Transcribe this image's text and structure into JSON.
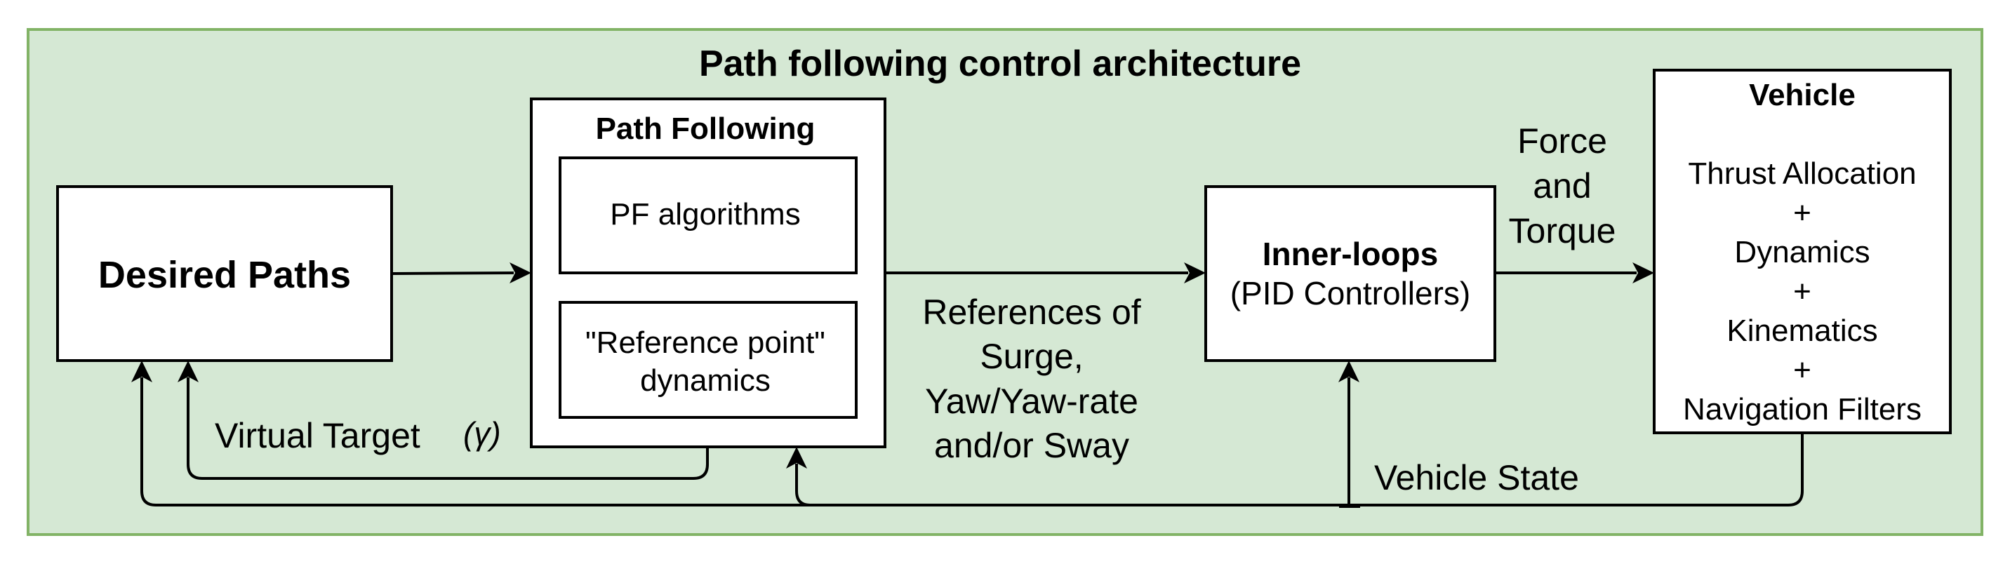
{
  "diagram": {
    "title": "Path following control architecture",
    "colors": {
      "panel_fill": "#d5e8d4",
      "panel_border": "#82b366",
      "box_fill": "#ffffff",
      "stroke": "#000000"
    },
    "nodes": {
      "desired_paths": {
        "label": "Desired Paths"
      },
      "path_following": {
        "label": "Path Following",
        "pf_algorithms": "PF algorithms",
        "ref_point_line1": "\"Reference point\"",
        "ref_point_line2": "dynamics"
      },
      "inner_loops": {
        "label": "Inner-loops",
        "sublabel": "(PID Controllers)"
      },
      "vehicle": {
        "label": "Vehicle",
        "lines": [
          "Thrust Allocation",
          "+",
          "Dynamics",
          "+",
          "Kinematics",
          "+",
          "Navigation Filters"
        ]
      }
    },
    "edge_labels": {
      "references": [
        "References of",
        "Surge,",
        "Yaw/Yaw-rate",
        "and/or Sway"
      ],
      "force_torque": [
        "Force",
        "and",
        "Torque"
      ],
      "virtual_target": "Virtual Target",
      "virtual_target_symbol": "(γ)",
      "vehicle_state": "Vehicle State"
    }
  }
}
